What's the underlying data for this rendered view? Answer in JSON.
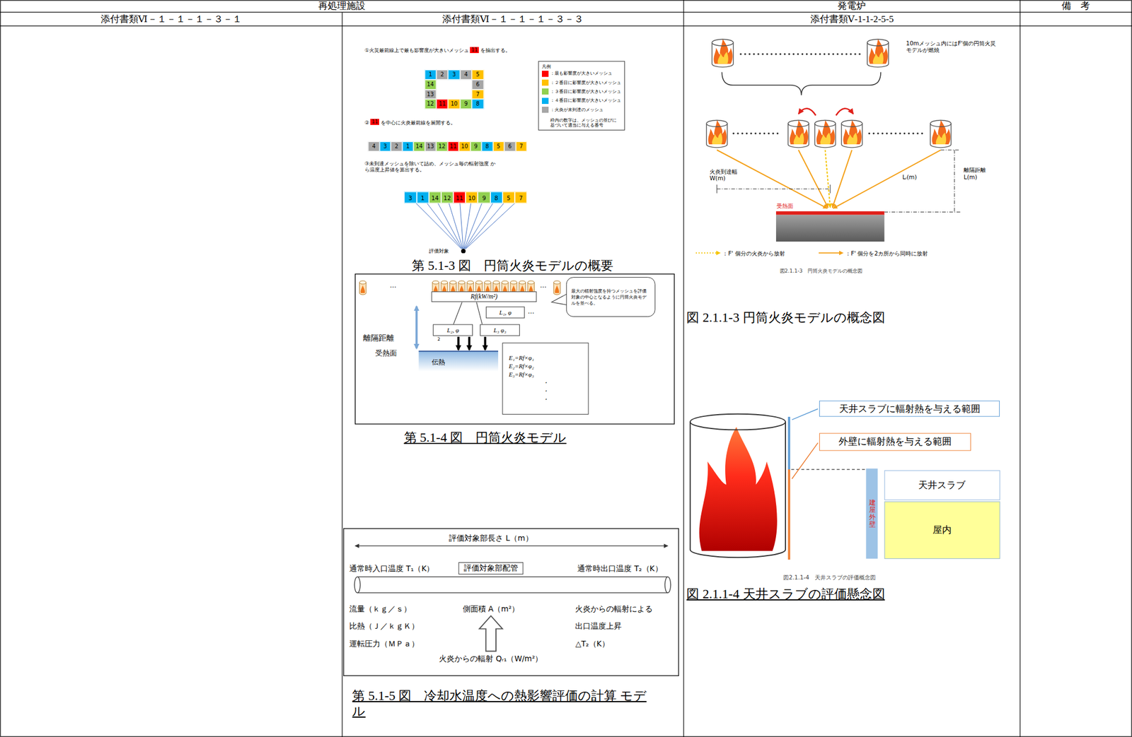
{
  "diagram": {
    "nodes": [
      {
        "text": [
          "1"
        ]
      },
      {
        "text": [
          "2"
        ]
      },
      {
        "text": [
          "3"
        ]
      },
      {
        "text": [
          "4"
        ]
      },
      {
        "text": [
          "5"
        ]
      },
      {
        "text": [
          "14"
        ]
      },
      {
        "text": [
          "6"
        ]
      },
      {
        "text": [
          "13"
        ]
      },
      {
        "text": [
          "7"
        ]
      },
      {
        "text": [
          "12"
        ]
      },
      {
        "text": [
          "11"
        ]
      },
      {
        "text": [
          "10"
        ]
      },
      {
        "text": [
          "9"
        ]
      },
      {
        "text": [
          "8"
        ]
      },
      {
        "text": [
          "4"
        ]
      },
      {
        "text": [
          "3"
        ]
      },
      {
        "text": [
          "2"
        ]
      },
      {
        "text": [
          "1"
        ]
      },
      {
        "text": [
          "14"
        ]
      },
      {
        "text": [
          "13"
        ]
      },
      {
        "text": [
          "12"
        ]
      },
      {
        "text": [
          "11"
        ]
      },
      {
        "text": [
          "10"
        ]
      },
      {
        "text": [
          "9"
        ]
      },
      {
        "text": [
          "8"
        ]
      },
      {
        "text": [
          "5"
        ]
      },
      {
        "text": [
          "6"
        ]
      },
      {
        "text": [
          "7"
        ]
      },
      {
        "text": [
          "3"
        ]
      },
      {
        "text": [
          "1"
        ]
      },
      {
        "text": [
          "14"
        ]
      },
      {
        "text": [
          "12"
        ]
      },
      {
        "text": [
          "11"
        ]
      },
      {
        "text": [
          "10"
        ]
      },
      {
        "text": [
          "9"
        ]
      },
      {
        "text": [
          "8"
        ]
      },
      {
        "text": [
          "5"
        ]
      },
      {
        "text": [
          "7"
        ]
      },
      {
        "text": [
          "評価対象"
        ]
      },
      {
        "text": [
          "Rf(kW/m²)"
        ]
      },
      {
        "text": [
          "最大の輻射強度を持つメッシュを評価対象の中心となるように円筒火炎モデルを並べる。"
        ]
      },
      {
        "text": [
          "L₁, φ"
        ]
      },
      {
        "text": [
          "L₂, φ"
        ]
      },
      {
        "text": [
          "L₃ φ₃"
        ]
      },
      {
        "text": [
          "E₁=Rf×φ₁",
          "E₂=Rf×φ₂",
          "E₃=Rf×φ₃",
          "・",
          "・",
          "・"
        ]
      },
      {
        "text": [
          "評価対象部配管"
        ]
      },
      {
        "text": [
          "天井スラブに輻射熱を与える範囲"
        ]
      },
      {
        "text": [
          "外壁に輻射熱を与える範囲"
        ]
      },
      {
        "text": [
          "建屋外壁"
        ]
      },
      {
        "text": [
          "天井スラブ"
        ]
      },
      {
        "text": [
          "屋内"
        ]
      }
    ],
    "edges": [
      {
        "from": 28,
        "to": 38,
        "arrow": "none"
      },
      {
        "from": 29,
        "to": 38,
        "arrow": "none"
      },
      {
        "from": 30,
        "to": 38,
        "arrow": "none"
      },
      {
        "from": 31,
        "to": 38,
        "arrow": "none"
      },
      {
        "from": 32,
        "to": 38,
        "arrow": "none"
      },
      {
        "from": 33,
        "to": 38,
        "arrow": "none"
      },
      {
        "from": 34,
        "to": 38,
        "arrow": "none"
      },
      {
        "from": 35,
        "to": 38,
        "arrow": "none"
      },
      {
        "from": 36,
        "to": 38,
        "arrow": "none"
      },
      {
        "from": 37,
        "to": 38,
        "arrow": "none"
      }
    ],
    "labels": [
      "再処理施設",
      "発電炉",
      "備　考",
      "添付書類Ⅵ－１－１－１－３－１",
      "添付書類Ⅵ－１－１－１－３－３",
      "添付書類Ⅴ-1-1-2-5-5",
      "①火災最前線上で最も影響度が大きいメッシュ",
      "11",
      "を抽出する。",
      "凡例",
      "枠内の数字は、メッシュの並びに基づいて適当に与える番号",
      "②",
      "11",
      "を中心に火炎最前線を展開する。",
      "③未到達メッシュを除いて詰め、メッシュ毎の輻射強度 から温度上昇値を算出する。",
      "第 5.1-3 図　円筒火炎モデルの概要",
      "…",
      "…",
      "…",
      "離隔距離",
      "受熱面",
      "2",
      "伝熱",
      "第 5.1-4 図　円筒火炎モデル",
      "評価対象部長さ L（m）",
      "通常時入口温度 T₁（K）",
      "通常時出口温度 T₂（K）",
      "流量（ｋｇ／ｓ）",
      "比熱（Ｊ／ｋｇＫ）",
      "運転圧力（ＭＰａ）",
      "側面積 A（m²）",
      "火炎からの輻射による",
      "出口温度上昇",
      "△T₂（K）",
      "火炎からの輻射 Qᵣ₁（W/m²）",
      "第 5.1-5 図　冷却水温度への熱影響評価の計算 モデル",
      "10mメッシュ内にはF'個の円筒火災モデルが燃焼",
      "火炎到達幅 W(m)",
      "Lᵢ(m)",
      "離隔距離 L(m)",
      "受熱面",
      "図2.1.1-3　円筒火炎モデルの概念図",
      "図 2.1.1-3 円筒火炎モデルの概念図",
      "図2.1.1-4　天井スラブの評価概念図",
      "図 2.1.1-4 天井スラブの評価懸念図"
    ],
    "legend": [
      {
        "text": "：最も影響度が大きいメッシュ",
        "color": "#ff0000"
      },
      {
        "text": "：２番目に影響度が大きいメッシュ",
        "color": "#ffc000"
      },
      {
        "text": "：３番目に影響度が大きいメッシュ",
        "color": "#92d050"
      },
      {
        "text": "：４番目に影響度が大きいメッシュ",
        "color": "#00b0f0"
      },
      {
        "text": "：火炎が未到達のメッシュ",
        "color": "#a6a6a6"
      },
      {
        "text": "：F' 個分の火炎から放射"
      },
      {
        "text": "：F' 個分を2カ所から同時に放射"
      }
    ]
  }
}
